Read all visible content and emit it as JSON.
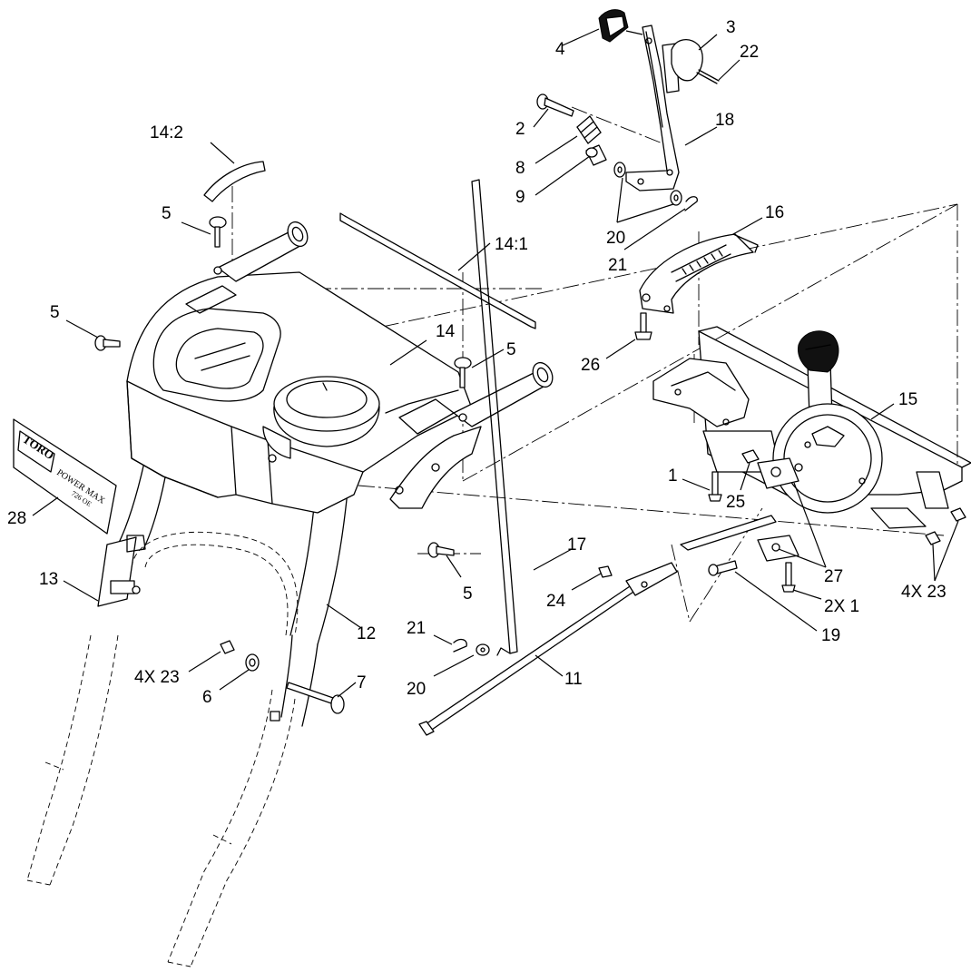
{
  "callouts": {
    "c1": "1",
    "c2": "2",
    "c3": "3",
    "c4": "4",
    "c5a": "5",
    "c5b": "5",
    "c5c": "5",
    "c5d": "5",
    "c6": "6",
    "c7": "7",
    "c8": "8",
    "c9": "9",
    "c11": "11",
    "c12": "12",
    "c13": "13",
    "c14": "14",
    "c14_1": "14:1",
    "c14_2": "14:2",
    "c15": "15",
    "c16": "16",
    "c17": "17",
    "c18": "18",
    "c19": "19",
    "c20a": "20",
    "c20b": "20",
    "c21a": "21",
    "c21b": "21",
    "c22": "22",
    "c23a": "4X  23",
    "c23b": "4X  23",
    "c24": "24",
    "c25": "25",
    "c26": "26",
    "c27": "27",
    "c28": "28",
    "c2x1": "2X  1"
  },
  "decal": {
    "brand": "TORO",
    "model": "POWER MAX",
    "sub": "726 OE"
  }
}
